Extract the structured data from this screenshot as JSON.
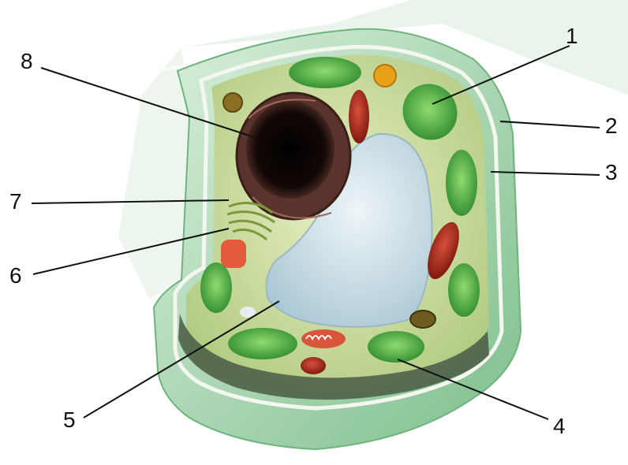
{
  "diagram": {
    "labels": [
      {
        "id": "1",
        "text": "1"
      },
      {
        "id": "2",
        "text": "2"
      },
      {
        "id": "3",
        "text": "3"
      },
      {
        "id": "4",
        "text": "4"
      },
      {
        "id": "5",
        "text": "5"
      },
      {
        "id": "6",
        "text": "6"
      },
      {
        "id": "7",
        "text": "7"
      },
      {
        "id": "8",
        "text": "8"
      }
    ]
  },
  "colors": {
    "cell_wall": "#bfe0c6",
    "cell_wall_dark": "#86c493",
    "membrane": "#f2f4ee",
    "cytoplasm": "#c9db9e",
    "cytoplasm_light": "#dfe9bb",
    "nucleus_dark": "#1a0d0b",
    "nucleus_ring": "#4b2a24",
    "vacuole": "#c7dbe3",
    "vacuole_light": "#e6f0f3",
    "chloroplast": "#48a83c",
    "chloroplast_light": "#7bcf63",
    "mitochondrion": "#a82216",
    "golgi": "#8eae45",
    "shadow_band": "#3f4f3b",
    "leader_line": "#111111"
  }
}
